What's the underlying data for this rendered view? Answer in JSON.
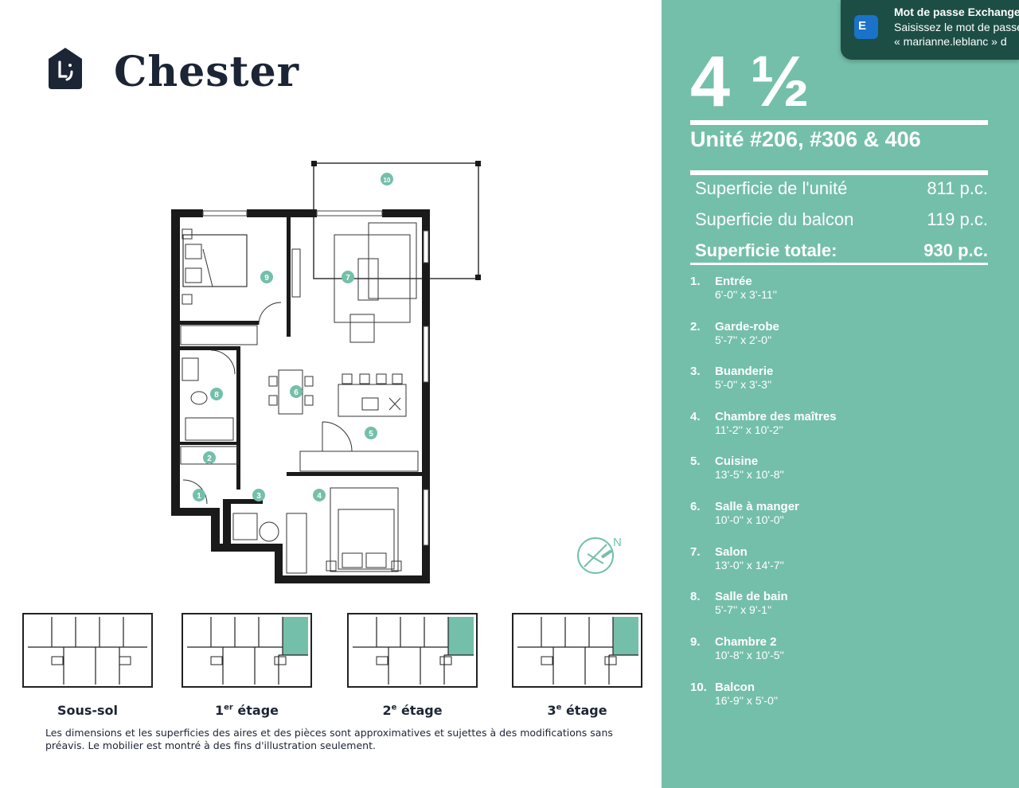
{
  "brand": {
    "name": "Chester"
  },
  "plan": {
    "labels": [
      "1",
      "2",
      "3",
      "4",
      "5",
      "6",
      "7",
      "8",
      "9",
      "10"
    ],
    "compass_letter": "N"
  },
  "mini_plans": [
    {
      "label_main": "Sous-sol",
      "label_sup": "",
      "label_rest": ""
    },
    {
      "label_main": "1",
      "label_sup": "er",
      "label_rest": " étage"
    },
    {
      "label_main": "2",
      "label_sup": "e",
      "label_rest": " étage"
    },
    {
      "label_main": "3",
      "label_sup": "e",
      "label_rest": " étage"
    }
  ],
  "disclaimer": "Les dimensions et les superficies des aires et des pièces sont approximatives et sujettes à des modifications sans préavis. Le mobilier est montré à des fins d'illustration seulement.",
  "unit_type": "4 ½",
  "unit_numbers": "Unité #206, #306 & 406",
  "areas": [
    {
      "label": "Superficie de l'unité",
      "value": "811 p.c."
    },
    {
      "label": "Superficie du balcon",
      "value": "119 p.c."
    },
    {
      "label": "Superficie totale:",
      "value": "930 p.c."
    }
  ],
  "rooms": [
    {
      "num": "1.",
      "name": "Entrée",
      "dim": "6'-0'' x 3'-11''"
    },
    {
      "num": "2.",
      "name": "Garde-robe",
      "dim": "5'-7'' x 2'-0''"
    },
    {
      "num": "3.",
      "name": "Buanderie",
      "dim": "5'-0'' x  3'-3''"
    },
    {
      "num": "4.",
      "name": "Chambre des maîtres",
      "dim": "11'-2'' x 10'-2''"
    },
    {
      "num": "5.",
      "name": "Cuisine",
      "dim": "13'-5'' x 10'-8''"
    },
    {
      "num": "6.",
      "name": "Salle à manger",
      "dim": "10'-0'' x 10'-0''"
    },
    {
      "num": "7.",
      "name": "Salon",
      "dim": "13'-0'' x 14'-7''"
    },
    {
      "num": "8.",
      "name": "Salle de bain",
      "dim": "5'-7'' x 9'-1''"
    },
    {
      "num": "9.",
      "name": "Chambre 2",
      "dim": "10'-8'' x 10'-5''"
    },
    {
      "num": "10.",
      "name": "Balcon",
      "dim": "16'-9'' x 5'-0''"
    }
  ],
  "notification": {
    "title": "Mot de passe Exchange",
    "line1": "Saisissez le mot de passe",
    "line2": "« marianne.leblanc » d"
  },
  "colors": {
    "accent": "#74bfaa",
    "dark": "#1c2535",
    "notif_bg": "#1d4e45",
    "highlight": "#74bfaa"
  }
}
